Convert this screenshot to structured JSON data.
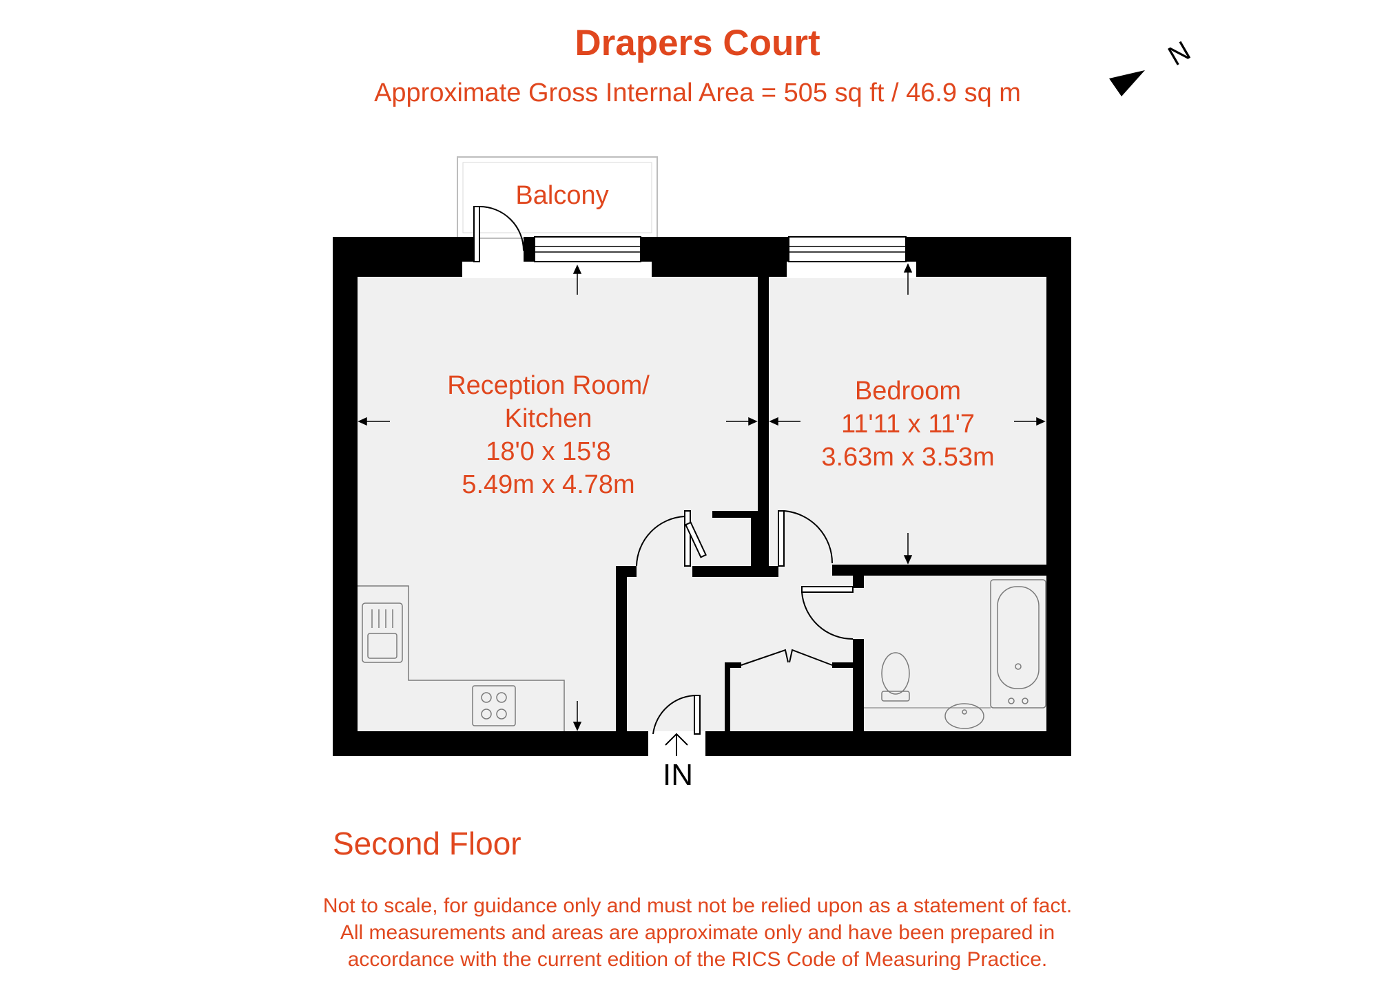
{
  "header": {
    "title": "Drapers Court",
    "subtitle": "Approximate Gross Internal Area = 505 sq ft / 46.9 sq m"
  },
  "compass": {
    "label": "N",
    "icon": "north-arrow-icon"
  },
  "rooms": {
    "balcony": {
      "name": "Balcony"
    },
    "reception": {
      "name_line1": "Reception Room/",
      "name_line2": "Kitchen",
      "imperial": "18'0 x 15'8",
      "metric": "5.49m x 4.78m"
    },
    "bedroom": {
      "name": "Bedroom",
      "imperial": "11'11 x 11'7",
      "metric": "3.63m x 3.53m"
    }
  },
  "entrance": {
    "label": "IN"
  },
  "floor": {
    "label": "Second Floor"
  },
  "disclaimer": {
    "line1": "Not to scale, for guidance only and must not be relied upon as a statement of fact.",
    "line2": "All measurements and areas are approximate only and have been prepared in",
    "line3": "accordance with the current edition of the RICS Code of Measuring Practice."
  },
  "colors": {
    "accent": "#e0471e",
    "wall": "#000000",
    "floor": "#f0f0f0"
  }
}
